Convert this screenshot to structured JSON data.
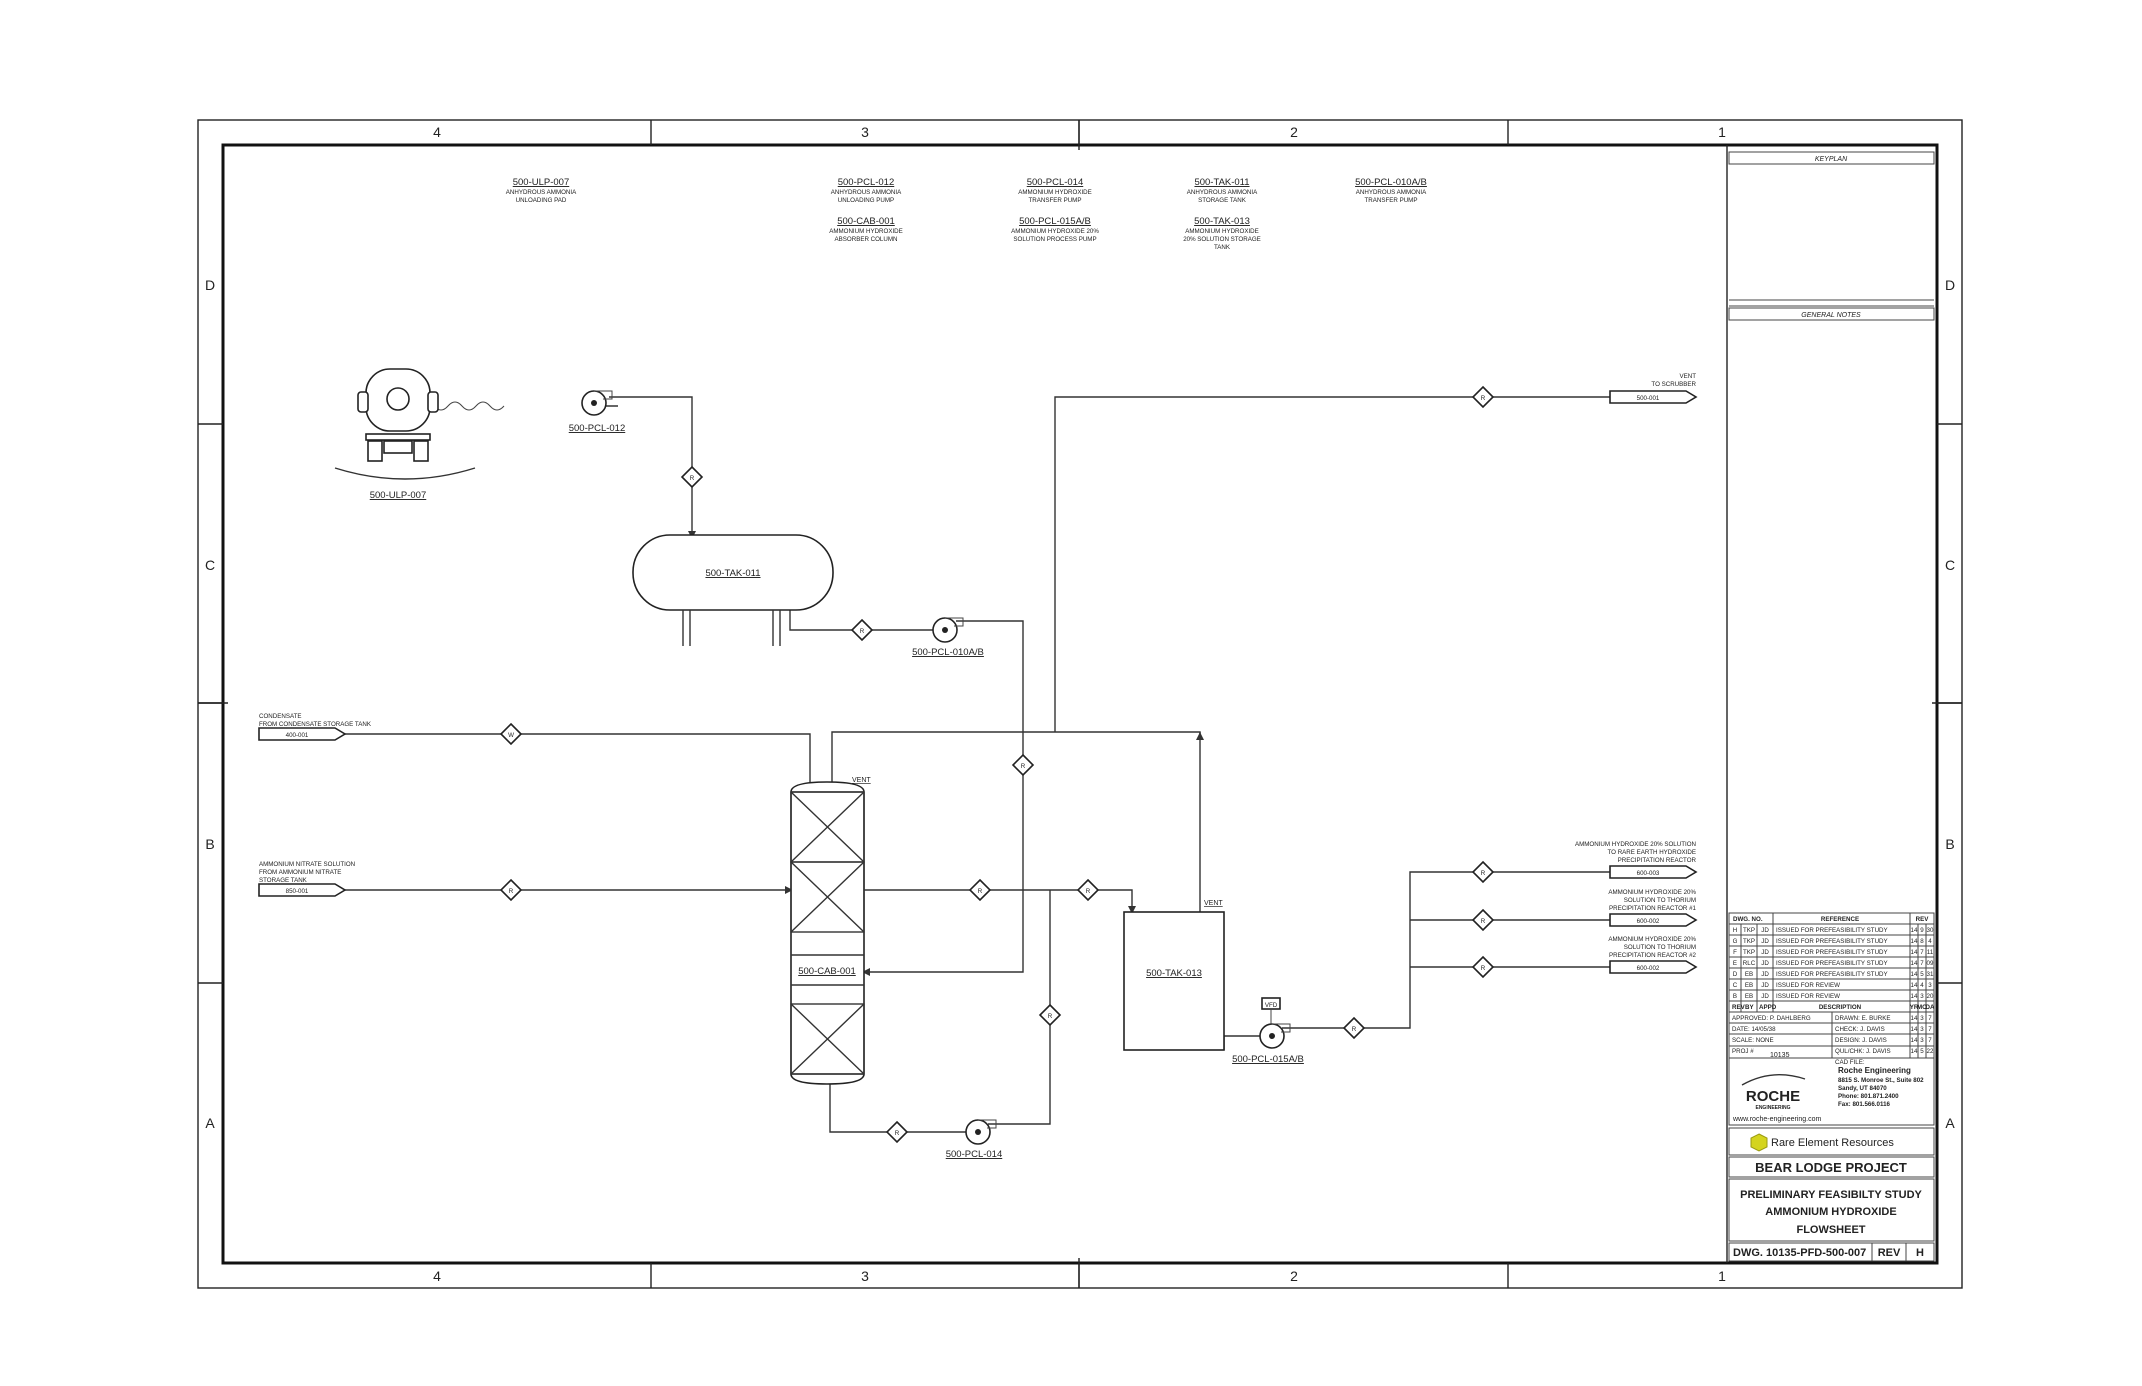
{
  "grid": {
    "columns": [
      "4",
      "3",
      "2",
      "1"
    ],
    "rows": [
      "D",
      "C",
      "B",
      "A"
    ]
  },
  "legend": [
    {
      "tag": "500-ULP-007",
      "lines": [
        "ANHYDROUS AMMONIA",
        "UNLOADING PAD"
      ]
    },
    {
      "tag": "500-PCL-012",
      "lines": [
        "ANHYDROUS AMMONIA",
        "UNLOADING PUMP"
      ]
    },
    {
      "tag": "500-CAB-001",
      "lines": [
        "AMMONIUM HYDROXIDE",
        "ABSORBER COLUMN"
      ]
    },
    {
      "tag": "500-PCL-014",
      "lines": [
        "AMMONIUM HYDROXIDE",
        "TRANSFER PUMP"
      ]
    },
    {
      "tag": "500-PCL-015A/B",
      "lines": [
        "AMMONIUM HYDROXIDE 20%",
        "SOLUTION PROCESS PUMP"
      ]
    },
    {
      "tag": "500-TAK-011",
      "lines": [
        "ANHYDROUS AMMONIA",
        "STORAGE TANK"
      ]
    },
    {
      "tag": "500-TAK-013",
      "lines": [
        "AMMONIUM HYDROXIDE",
        "20% SOLUTION STORAGE",
        "TANK"
      ]
    },
    {
      "tag": "500-PCL-010A/B",
      "lines": [
        "ANHYDROUS AMMONIA",
        "TRANSFER PUMP"
      ]
    }
  ],
  "equipment": {
    "truck": "500-ULP-007",
    "pump_unload": "500-PCL-012",
    "tank_storage": "500-TAK-011",
    "pump_transfer": "500-PCL-010A/B",
    "column": "500-CAB-001",
    "column_vent": "VENT",
    "pump_column": "500-PCL-014",
    "tank_solution": "500-TAK-013",
    "tank_vent": "VENT",
    "pump_process": "500-PCL-015A/B",
    "vfd": "VFD"
  },
  "streams": {
    "diamond_letter": "R",
    "diamond_water": "W",
    "condensate": {
      "lines": [
        "CONDENSATE",
        "FROM CONDENSATE STORAGE TANK"
      ],
      "ref": "400-001"
    },
    "nitrate": {
      "lines": [
        "AMMONIUM NITRATE SOLUTION",
        "FROM AMMONIUM NITRATE",
        "STORAGE TANK"
      ],
      "ref": "850-001"
    },
    "vent": {
      "lines": [
        "VENT",
        "TO SCRUBBER"
      ],
      "ref": "500-001"
    },
    "out1": {
      "lines": [
        "AMMONIUM HYDROXIDE 20% SOLUTION",
        "TO RARE EARTH HYDROXIDE",
        "PRECIPITATION REACTOR"
      ],
      "ref": "600-003"
    },
    "out2": {
      "lines": [
        "AMMONIUM HYDROXIDE 20%",
        "SOLUTION TO THORIUM",
        "PRECIPITATION REACTOR #1"
      ],
      "ref": "600-002"
    },
    "out3": {
      "lines": [
        "AMMONIUM HYDROXIDE 20%",
        "SOLUTION TO THORIUM",
        "PRECIPITATION REACTOR #2"
      ],
      "ref": "600-002"
    }
  },
  "title_block": {
    "keyplan": "KEYPLAN",
    "general_notes": "GENERAL NOTES",
    "ref_headers": {
      "dwg": "DWG. NO.",
      "reference": "REFERENCE",
      "rev": "REV"
    },
    "revisions": [
      {
        "rev": "H",
        "by": "TKP",
        "appd": "JD",
        "desc": "ISSUED FOR PREFEASIBILITY STUDY",
        "yr": "14",
        "mo": "9",
        "da": "30"
      },
      {
        "rev": "G",
        "by": "TKP",
        "appd": "JD",
        "desc": "ISSUED FOR PREFEASIBILITY STUDY",
        "yr": "14",
        "mo": "8",
        "da": "4"
      },
      {
        "rev": "F",
        "by": "TKP",
        "appd": "JD",
        "desc": "ISSUED FOR PREFEASIBILITY STUDY",
        "yr": "14",
        "mo": "7",
        "da": "11"
      },
      {
        "rev": "E",
        "by": "RLC",
        "appd": "JD",
        "desc": "ISSUED FOR PREFEASIBILITY STUDY",
        "yr": "14",
        "mo": "7",
        "da": "09"
      },
      {
        "rev": "D",
        "by": "EB",
        "appd": "JD",
        "desc": "ISSUED FOR PREFEASIBILITY STUDY",
        "yr": "14",
        "mo": "5",
        "da": "31"
      },
      {
        "rev": "C",
        "by": "EB",
        "appd": "JD",
        "desc": "ISSUED FOR REVIEW",
        "yr": "14",
        "mo": "4",
        "da": "3"
      },
      {
        "rev": "B",
        "by": "EB",
        "appd": "JD",
        "desc": "ISSUED FOR REVIEW",
        "yr": "14",
        "mo": "3",
        "da": "20"
      }
    ],
    "rev_headers": {
      "rev": "REV",
      "by": "BY",
      "appd": "APPD",
      "desc": "DESCRIPTION",
      "yr": "YR",
      "mo": "MO",
      "da": "DA"
    },
    "approved": "APPROVED: P. DAHLBERG",
    "date": "DATE: 14/05/38",
    "scale": "SCALE: NONE",
    "proj": "PROJ #",
    "proj_no": "10135",
    "drawn": "DRAWN: E. BURKE",
    "checked": "CHECK: J. DAVIS",
    "design": "DESIGN: J. DAVIS",
    "qualchk": "QUL/CHK: J. DAVIS",
    "cadfile": "CAD FILE:",
    "stamp_rows": [
      {
        "yr": "14",
        "mo": "3",
        "da": "7"
      },
      {
        "yr": "14",
        "mo": "3",
        "da": "7"
      },
      {
        "yr": "14",
        "mo": "3",
        "da": "7"
      },
      {
        "yr": "14",
        "mo": "5",
        "da": "22"
      }
    ],
    "company": "Roche Engineering",
    "address1": "8815 S. Monroe St., Suite 802",
    "address2": "Sandy, UT 84070",
    "phone": "Phone: 801.871.2400",
    "fax": "Fax: 801.566.0116",
    "logo": "ROCHE",
    "logo_sub": "ENGINEERING",
    "website": "www.roche-engineering.com",
    "client": "Rare Element Resources",
    "project": "BEAR LODGE PROJECT",
    "title1": "PRELIMINARY FEASIBILTY STUDY",
    "title2": "AMMONIUM HYDROXIDE",
    "title3": "FLOWSHEET",
    "dwg_no": "DWG. 10135-PFD-500-007",
    "rev_label": "REV",
    "rev_value": "H"
  },
  "colors": {
    "line": "#333333",
    "logo_accent": "#b5b515"
  }
}
